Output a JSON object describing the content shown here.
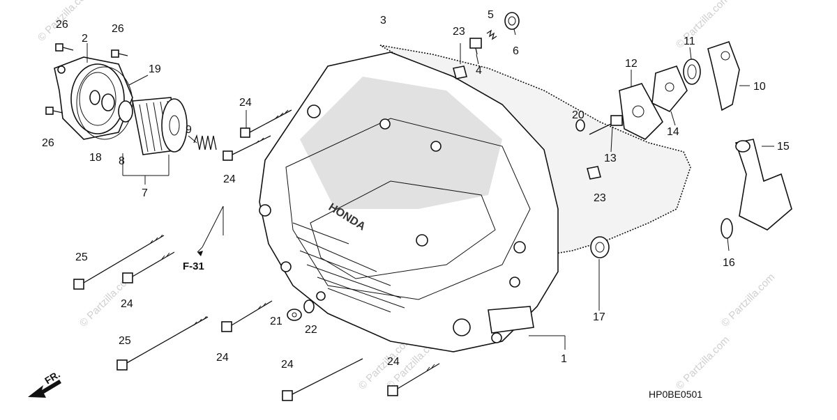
{
  "diagram": {
    "labels": {
      "n1": "1",
      "n2": "2",
      "n3": "3",
      "n4": "4",
      "n5": "5",
      "n6": "6",
      "n7": "7",
      "n8": "8",
      "n9": "9",
      "n10": "10",
      "n11": "11",
      "n12": "12",
      "n13": "13",
      "n14": "14",
      "n15": "15",
      "n16": "16",
      "n17": "17",
      "n18": "18",
      "n19": "19",
      "n20": "20",
      "n21": "21",
      "n22": "22",
      "n23a": "23",
      "n23b": "23",
      "n24a": "24",
      "n24b": "24",
      "n24c": "24",
      "n24d": "24",
      "n24e": "24",
      "n24f": "24",
      "n25a": "25",
      "n25b": "25",
      "n26a": "26",
      "n26b": "26",
      "n26c": "26"
    },
    "callout": "F-31",
    "front_marker": "FR.",
    "diagram_code": "HP0BE0501",
    "casting_text": "HONDA",
    "watermark": "© Partzilla.com"
  }
}
